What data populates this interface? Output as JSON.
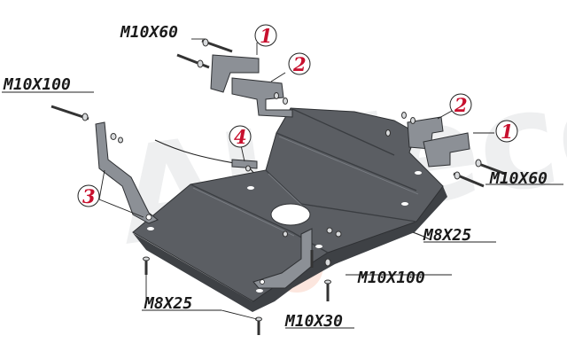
{
  "watermark": {
    "text": "ALFeco",
    "color": "#cfd2d6",
    "accent": "#e85a1f"
  },
  "colors": {
    "plate": "#5b5e63",
    "plate_dark": "#3e4145",
    "plate_light": "#7b7f85",
    "bracket": "#8c9096",
    "part_number": "#c8102e",
    "label": "#1a1a1a",
    "leader": "#222222"
  },
  "callouts": [
    {
      "id": "c1a",
      "text": "1"
    },
    {
      "id": "c2a",
      "text": "2"
    },
    {
      "id": "c2b",
      "text": "2"
    },
    {
      "id": "c1b",
      "text": "1"
    },
    {
      "id": "c4",
      "text": "4"
    },
    {
      "id": "c3",
      "text": "3"
    }
  ],
  "labels": [
    {
      "id": "l1",
      "text": "M10X60"
    },
    {
      "id": "l2",
      "text": "M10X100"
    },
    {
      "id": "l3",
      "text": "M10X60"
    },
    {
      "id": "l4",
      "text": "M8X25"
    },
    {
      "id": "l5",
      "text": "M10X100"
    },
    {
      "id": "l6",
      "text": "M8X25"
    },
    {
      "id": "l7",
      "text": "M10X30"
    }
  ]
}
